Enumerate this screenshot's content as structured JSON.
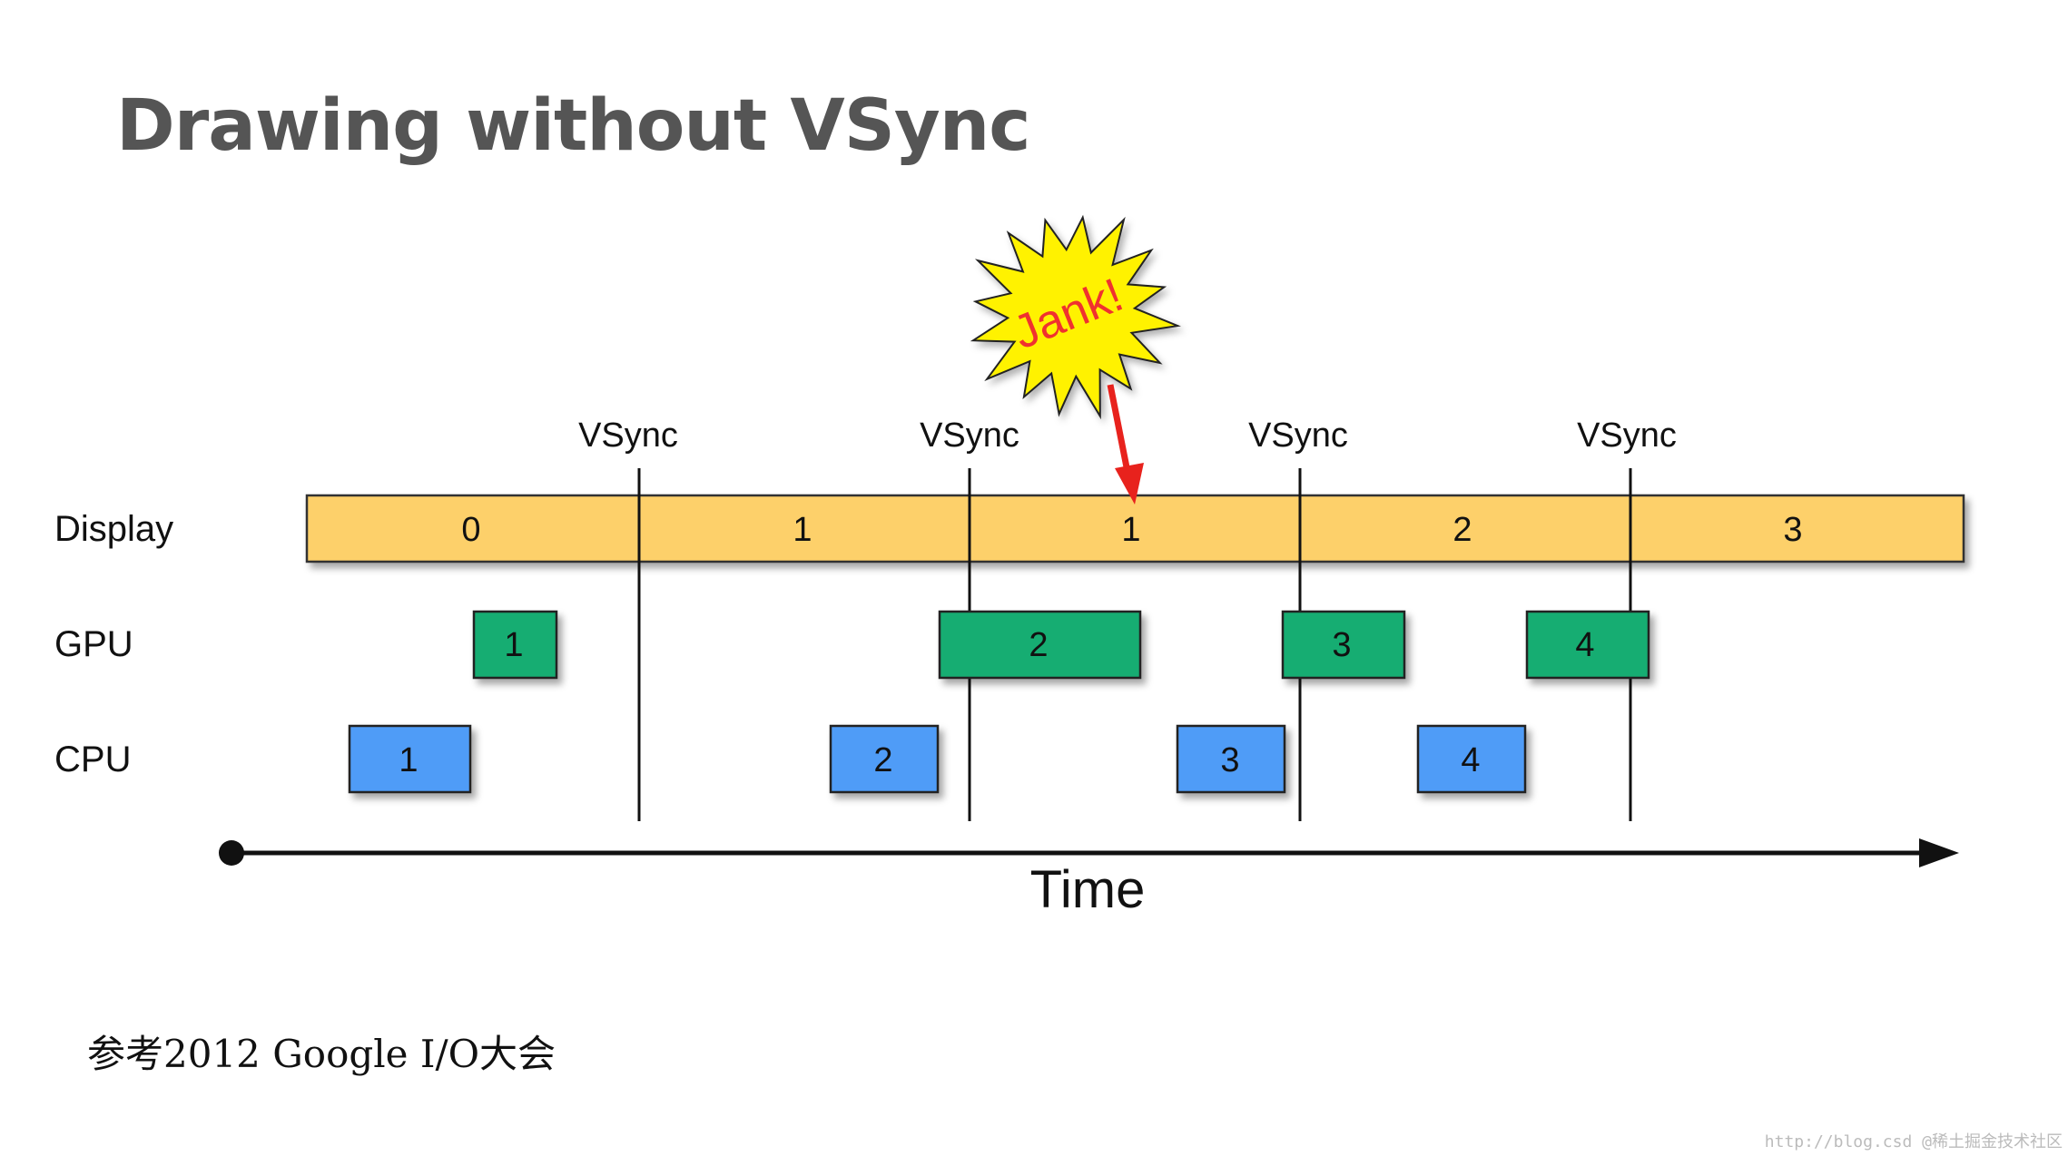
{
  "slide": {
    "title": "Drawing without VSync",
    "caption": "参考2012 Google I/O大会",
    "watermark": "http://blog.csd  @稀土掘金技术社区"
  },
  "diagram": {
    "row_labels": [
      "Display",
      "GPU",
      "CPU"
    ],
    "vsync_label": "VSync",
    "time_label": "Time",
    "jank_label": "Jank!",
    "display_frames": [
      "0",
      "1",
      "1",
      "2",
      "3"
    ],
    "gpu_frames": [
      "1",
      "2",
      "3",
      "4"
    ],
    "cpu_frames": [
      "1",
      "2",
      "3",
      "4"
    ]
  },
  "colors": {
    "title": "#555555",
    "display": "#fdd06a",
    "gpu": "#12ad72",
    "cpu": "#4f9cf7",
    "jank_burst": "#fff200",
    "jank_text": "#f0312f",
    "arrow": "#e8221d",
    "line": "#111111"
  }
}
